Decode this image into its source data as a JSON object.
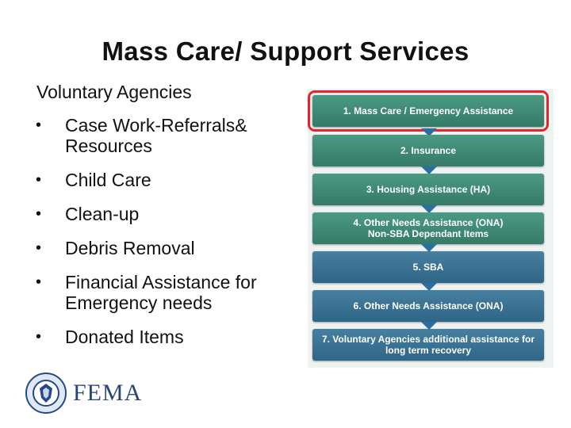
{
  "title": "Mass Care/ Support Services",
  "subtitle": "Voluntary Agencies",
  "bullet_symbol": "•",
  "bullets": [
    {
      "line1": "Case Work-Referrals&",
      "line2": "Resources"
    },
    {
      "line1": "Child Care",
      "line2": ""
    },
    {
      "line1": "Clean-up",
      "line2": ""
    },
    {
      "line1": "Debris Removal",
      "line2": ""
    },
    {
      "line1": "Financial Assistance for",
      "line2": "Emergency needs"
    },
    {
      "line1": "Donated Items",
      "line2": ""
    }
  ],
  "flow": [
    {
      "line1": "1. Mass Care / Emergency Assistance",
      "line2": "",
      "color": "#3f8f7a",
      "highlighted": true
    },
    {
      "line1": "2. Insurance",
      "line2": "",
      "color": "#3f8f7a",
      "highlighted": false
    },
    {
      "line1": "3. Housing Assistance (HA)",
      "line2": "",
      "color": "#3f8f7a",
      "highlighted": false
    },
    {
      "line1": "4. Other Needs Assistance (ONA)",
      "line2": "Non-SBA Dependant Items",
      "color": "#3f8f7a",
      "highlighted": false
    },
    {
      "line1": "5. SBA",
      "line2": "",
      "color": "#3b7596",
      "highlighted": false
    },
    {
      "line1": "6. Other Needs Assistance (ONA)",
      "line2": "",
      "color": "#3b7596",
      "highlighted": false
    },
    {
      "line1": "7. Voluntary Agencies additional assistance for",
      "line2": "long term recovery",
      "color": "#3b7596",
      "highlighted": false
    }
  ],
  "highlight_color": "#e8242b",
  "arrow_color": "#2b6ea1",
  "logo": {
    "text": "FEMA",
    "seal_icon": "dhs-seal-icon"
  }
}
